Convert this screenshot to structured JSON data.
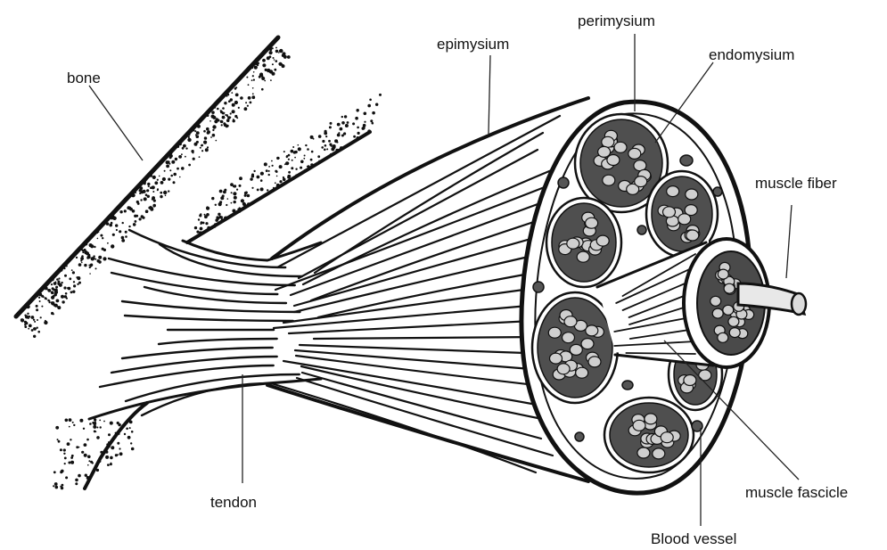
{
  "labels": {
    "bone": "bone",
    "epimysium": "epimysium",
    "perimysium": "perimysium",
    "endomysium": "endomysium",
    "muscle_fiber": "muscle fiber",
    "tendon": "tendon",
    "muscle_fascicle": "muscle fascicle",
    "blood_vessel": "Blood vessel"
  },
  "colors": {
    "ink": "#111111",
    "fascicle_fill": "#5a5a5a",
    "fiber_fill": "#cfcfcf",
    "background": "#ffffff"
  }
}
